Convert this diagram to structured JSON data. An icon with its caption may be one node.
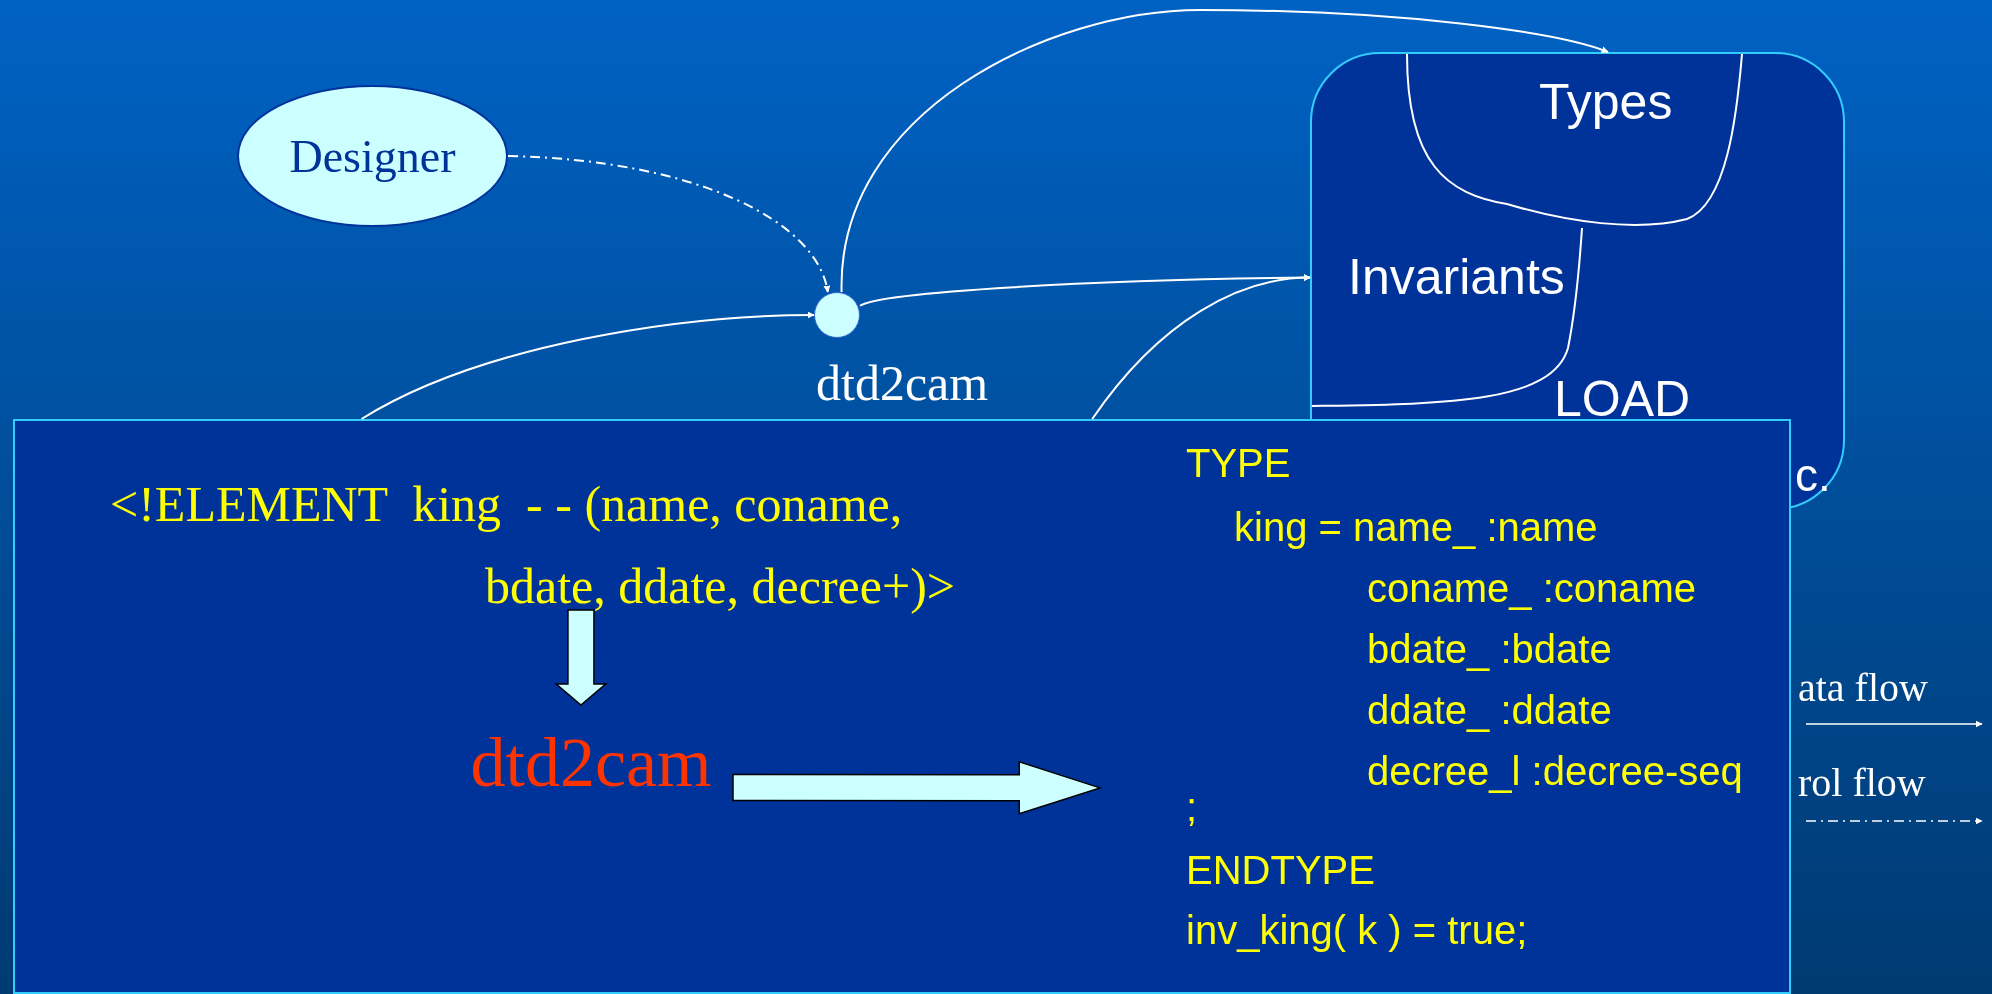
{
  "diagram": {
    "nodes": [
      {
        "text": [
          "Designer"
        ]
      },
      {
        "text": [],
        "shape": "circle",
        "beside": [
          "dtd2cam"
        ]
      },
      {
        "text": [
          "LOAD",
          "c."
        ]
      },
      {
        "text": [
          "Types"
        ],
        "in": 2
      },
      {
        "text": [
          "Invariants"
        ],
        "in": 2
      },
      {
        "text": [],
        "shape": "box"
      },
      {
        "text": [
          "<!ELEMENT  king  - - (name, coname,",
          "bdate, ddate, decree+)>"
        ],
        "in": 5
      },
      {
        "text": [
          "dtd2cam"
        ],
        "in": 5
      },
      {
        "text": [
          "TYPE",
          "king = name_ :name",
          "coname_ :coname",
          "bdate_ :bdate",
          "ddate_ :ddate",
          "decree_l :decree-seq",
          ";",
          "ENDTYPE",
          "inv_king( k ) = true;"
        ],
        "in": 5
      }
    ],
    "edges": [
      {
        "from": 0,
        "to": 1,
        "arrow": "to",
        "style": "dashed"
      },
      {
        "from": 1,
        "to": 3,
        "arrow": "to"
      },
      {
        "from": 1,
        "to": 4,
        "arrow": "to"
      },
      {
        "from": 5,
        "to": 1,
        "arrow": "to"
      },
      {
        "from": 5,
        "to": 4,
        "arrow": "to"
      },
      {
        "from": 6,
        "to": 7,
        "arrow": "to",
        "style": "thick"
      },
      {
        "from": 7,
        "to": 8,
        "arrow": "to",
        "style": "thick"
      }
    ],
    "legend": [
      {
        "text": "ata flow"
      },
      {
        "text": "rol flow"
      }
    ]
  }
}
